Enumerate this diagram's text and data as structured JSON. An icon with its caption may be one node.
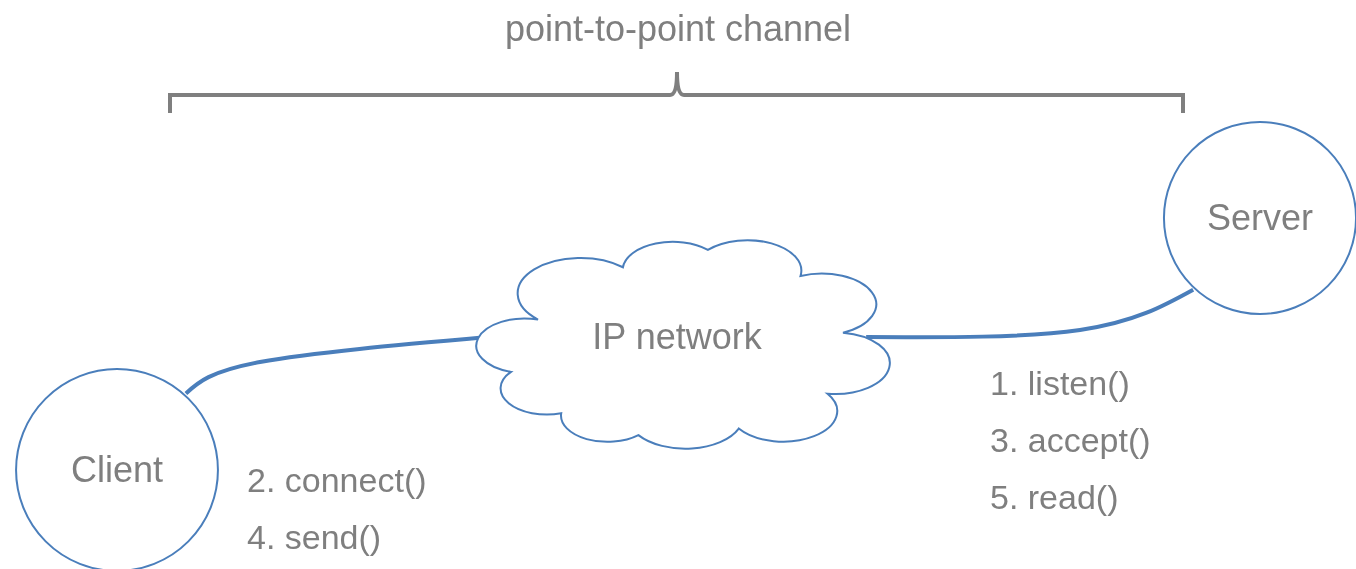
{
  "diagram": {
    "title": "point-to-point channel",
    "nodes": [
      {
        "text": [
          "Client"
        ],
        "beside": [
          "2. connect()",
          "4. send()"
        ]
      },
      {
        "text": [
          "IP network"
        ]
      },
      {
        "text": [
          "Server"
        ],
        "beside": [
          "1. listen()",
          "3. accept()",
          "5. read()"
        ]
      }
    ],
    "edges": [
      {
        "from": 0,
        "to": 1,
        "arrow": "none"
      },
      {
        "from": 1,
        "to": 2,
        "arrow": "none"
      }
    ]
  }
}
